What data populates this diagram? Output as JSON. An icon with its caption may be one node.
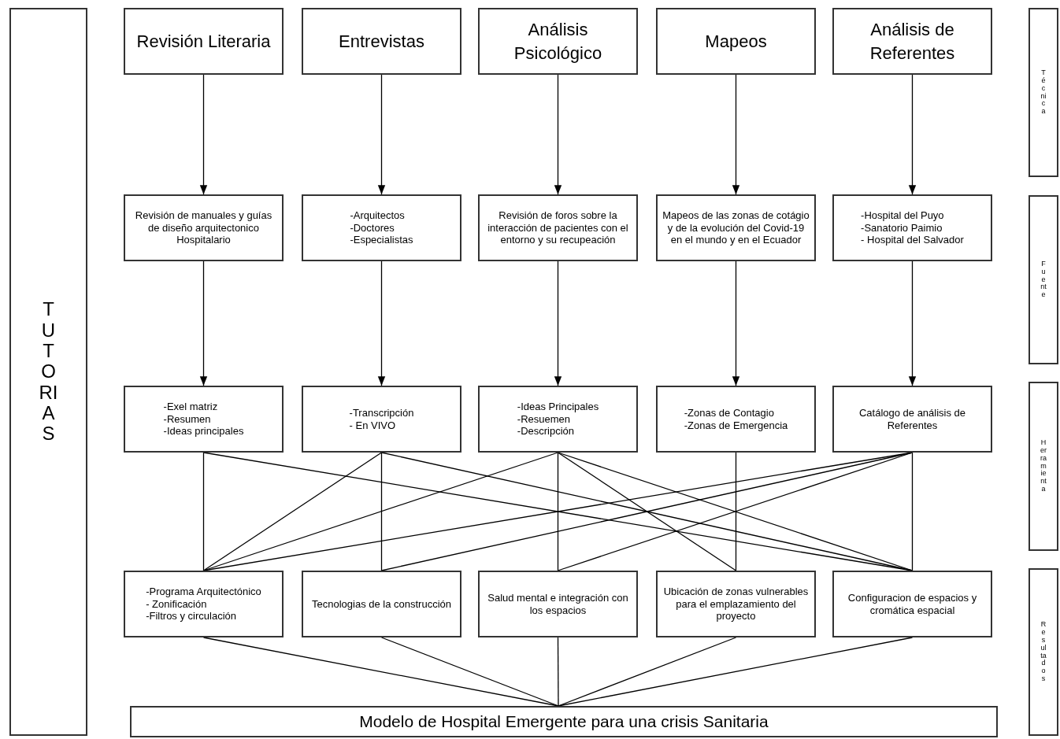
{
  "diagram": {
    "nodes": [
      {
        "text": [
          "TUTORIAS"
        ]
      },
      {
        "text": [
          "Revisión Literaria"
        ]
      },
      {
        "text": [
          "Entrevistas"
        ]
      },
      {
        "text": [
          "Análisis Psicológico"
        ]
      },
      {
        "text": [
          "Mapeos"
        ]
      },
      {
        "text": [
          "Análisis de Referentes"
        ]
      },
      {
        "text": [
          "Revisión de manuales y guías de diseño arquitectonico Hospitalario"
        ]
      },
      {
        "text": [
          "-Arquitectos",
          "-Doctores",
          "-Especialistas"
        ]
      },
      {
        "text": [
          "Revisión de foros sobre la interacción de pacientes con el entorno y su recupeación"
        ]
      },
      {
        "text": [
          "Mapeos de las zonas de cotágio y de la evolución del Covid-19 en el mundo y en el Ecuador"
        ]
      },
      {
        "text": [
          "-Hospital del Puyo",
          "-Sanatorio Paimio",
          "- Hospital del Salvador"
        ]
      },
      {
        "text": [
          "-Exel matriz",
          "-Resumen",
          "-Ideas principales"
        ]
      },
      {
        "text": [
          "-Transcripción",
          "- En VIVO"
        ]
      },
      {
        "text": [
          "-Ideas Principales",
          "-Resuemen",
          "-Descripción"
        ]
      },
      {
        "text": [
          "-Zonas de Contagio",
          "-Zonas de Emergencia"
        ]
      },
      {
        "text": [
          "Catálogo de análisis de Referentes"
        ]
      },
      {
        "text": [
          "-Programa Arquitectónico",
          "- Zonificación",
          "-Filtros y circulación"
        ]
      },
      {
        "text": [
          "Tecnologias de la construcción"
        ]
      },
      {
        "text": [
          "Salud mental e integración con los espacios"
        ]
      },
      {
        "text": [
          "Ubicación de zonas vulnerables para el emplazamiento del proyecto"
        ]
      },
      {
        "text": [
          "Configuracion de espacios y cromática espacial"
        ]
      },
      {
        "text": [
          "Modelo de Hospital Emergente para una crisis Sanitaria"
        ]
      },
      {
        "text": [
          "Técnica"
        ]
      },
      {
        "text": [
          "Fuente"
        ]
      },
      {
        "text": [
          "Herramienta"
        ]
      },
      {
        "text": [
          "Resultados"
        ]
      }
    ],
    "edges": [
      {
        "from": 1,
        "to": 6,
        "arrow": "to"
      },
      {
        "from": 2,
        "to": 7,
        "arrow": "to"
      },
      {
        "from": 3,
        "to": 8,
        "arrow": "to"
      },
      {
        "from": 4,
        "to": 9,
        "arrow": "to"
      },
      {
        "from": 5,
        "to": 10,
        "arrow": "to"
      },
      {
        "from": 6,
        "to": 11,
        "arrow": "to"
      },
      {
        "from": 7,
        "to": 12,
        "arrow": "to"
      },
      {
        "from": 8,
        "to": 13,
        "arrow": "to"
      },
      {
        "from": 9,
        "to": 14,
        "arrow": "to"
      },
      {
        "from": 10,
        "to": 15,
        "arrow": "to"
      },
      {
        "from": 11,
        "to": 16,
        "arrow": "none"
      },
      {
        "from": 11,
        "to": 20,
        "arrow": "none"
      },
      {
        "from": 12,
        "to": 16,
        "arrow": "none"
      },
      {
        "from": 12,
        "to": 17,
        "arrow": "none"
      },
      {
        "from": 12,
        "to": 20,
        "arrow": "none"
      },
      {
        "from": 13,
        "to": 16,
        "arrow": "none"
      },
      {
        "from": 13,
        "to": 18,
        "arrow": "none"
      },
      {
        "from": 13,
        "to": 19,
        "arrow": "none"
      },
      {
        "from": 13,
        "to": 20,
        "arrow": "none"
      },
      {
        "from": 14,
        "to": 19,
        "arrow": "none"
      },
      {
        "from": 15,
        "to": 16,
        "arrow": "none"
      },
      {
        "from": 15,
        "to": 17,
        "arrow": "none"
      },
      {
        "from": 15,
        "to": 18,
        "arrow": "none"
      },
      {
        "from": 15,
        "to": 20,
        "arrow": "none"
      },
      {
        "from": 16,
        "to": 21,
        "arrow": "none"
      },
      {
        "from": 17,
        "to": 21,
        "arrow": "none"
      },
      {
        "from": 18,
        "to": 21,
        "arrow": "none"
      },
      {
        "from": 19,
        "to": 21,
        "arrow": "none"
      },
      {
        "from": 20,
        "to": 21,
        "arrow": "none"
      }
    ]
  }
}
